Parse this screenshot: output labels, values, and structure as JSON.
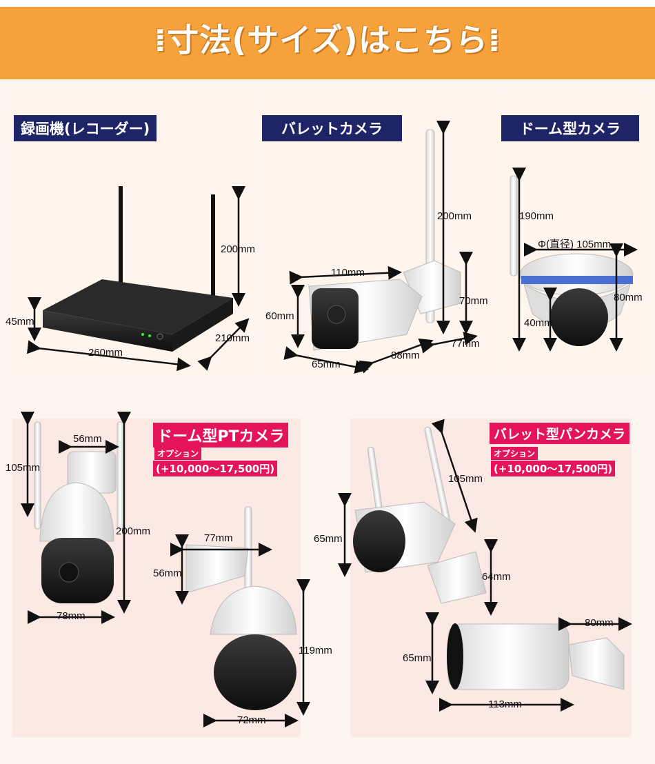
{
  "banner": {
    "title": "寸法(サイズ)はこちら"
  },
  "sections": {
    "recorder": {
      "label": "録画機(レコーダー)",
      "dims": {
        "h_antenna": "200mm",
        "h_body": "45mm",
        "width": "260mm",
        "depth": "210mm"
      }
    },
    "bullet": {
      "label": "バレットカメラ",
      "dims": {
        "total_h": "200mm",
        "length": "110mm",
        "h": "70mm",
        "front_h": "60mm",
        "w": "65mm",
        "d": "88mm",
        "mount": "77mm"
      }
    },
    "dome": {
      "label": "ドーム型カメラ",
      "dims": {
        "height": "190mm",
        "diameter": "Φ(直径) 105mm",
        "h1": "80mm",
        "h2": "40mm"
      }
    },
    "dome_pt": {
      "label": "ドーム型PTカメラ",
      "option": "オプション",
      "price": "(+10,000〜17,500円)",
      "dims": {
        "mount_w": "56mm",
        "antenna": "105mm",
        "total_h": "200mm",
        "w": "78mm",
        "top_w": "77mm",
        "mount_h": "56mm",
        "body_h": "119mm",
        "bottom_w": "72mm"
      }
    },
    "bullet_pan": {
      "label": "バレット型パンカメラ",
      "option": "オプション",
      "price": "(+10,000〜17,500円)",
      "dims": {
        "antenna": "105mm",
        "front_h": "65mm",
        "mount_h": "64mm",
        "side_h": "65mm",
        "mount_w": "80mm",
        "length": "113mm"
      }
    }
  }
}
